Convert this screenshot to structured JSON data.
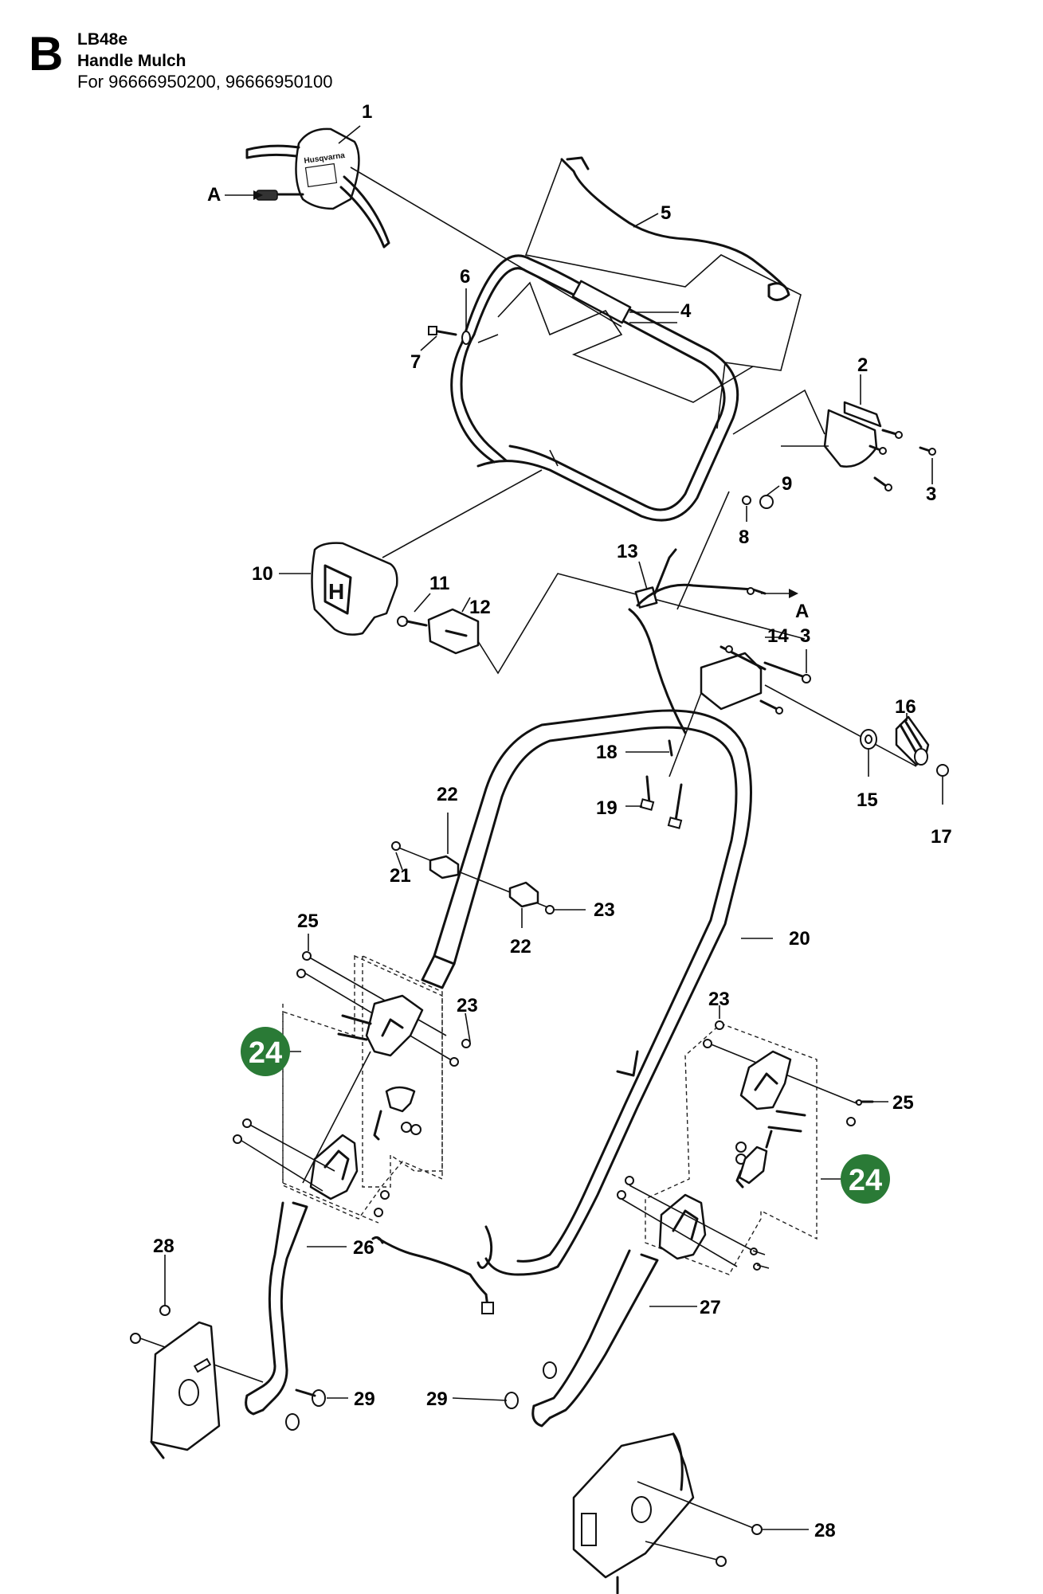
{
  "header": {
    "section_letter": "B",
    "model": "LB48e",
    "assembly": "Handle Mulch",
    "applicability": "For 96666950200, 96666950100"
  },
  "colors": {
    "highlight": "#2a7a36",
    "line": "#111111"
  },
  "callouts": {
    "c1": "1",
    "c2": "2",
    "c3a": "3",
    "c3b": "3",
    "c4": "4",
    "c5": "5",
    "c6": "6",
    "c7": "7",
    "c8": "8",
    "c9": "9",
    "c10": "10",
    "c11": "11",
    "c12": "12",
    "c13": "13",
    "c14": "14",
    "c15": "15",
    "c16": "16",
    "c17": "17",
    "c18": "18",
    "c19": "19",
    "c20": "20",
    "c21": "21",
    "c22a": "22",
    "c22b": "22",
    "c23a": "23",
    "c23b": "23",
    "c23c": "23",
    "c25a": "25",
    "c25b": "25",
    "c26": "26",
    "c27": "27",
    "c28a": "28",
    "c28b": "28",
    "c29a": "29",
    "c29b": "29",
    "c24a": "24",
    "c24b": "24"
  },
  "arrows": {
    "a_left": "A",
    "a_right": "A"
  },
  "console_labels": {
    "l1": "Husqvarna"
  }
}
